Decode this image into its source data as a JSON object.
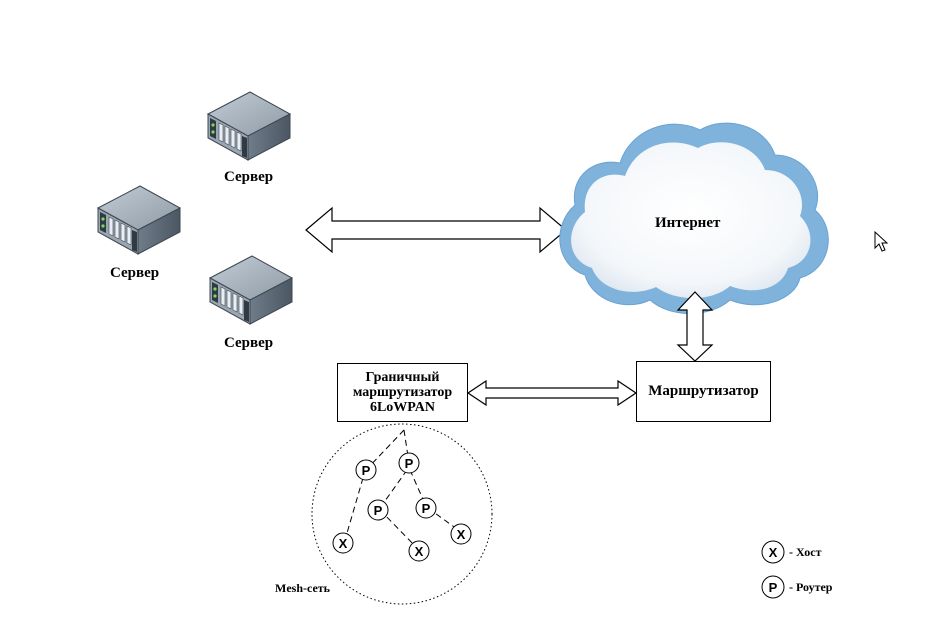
{
  "servers": [
    {
      "label": "Сервер"
    },
    {
      "label": "Сервер"
    },
    {
      "label": "Сервер"
    }
  ],
  "cloud": {
    "label": "Интернет",
    "fill": "#ffffff",
    "edge": "#7fb3dc"
  },
  "router": {
    "label": "Маршрутизатор"
  },
  "border_router": {
    "line1": "Граничный",
    "line2": "маршрутизатор",
    "line3": "6LoWPAN"
  },
  "mesh": {
    "label": "Mesh-сеть",
    "router_symbol": "P",
    "host_symbol": "X"
  },
  "legend": {
    "host": {
      "symbol": "X",
      "label": "- Хост"
    },
    "router": {
      "symbol": "P",
      "label": "- Роутер"
    }
  },
  "icons": [
    "server-icon",
    "cloud-icon",
    "cursor-icon"
  ],
  "colors": {
    "server_body": "#8d99a6",
    "server_dark": "#4a5662",
    "line": "#000000"
  }
}
